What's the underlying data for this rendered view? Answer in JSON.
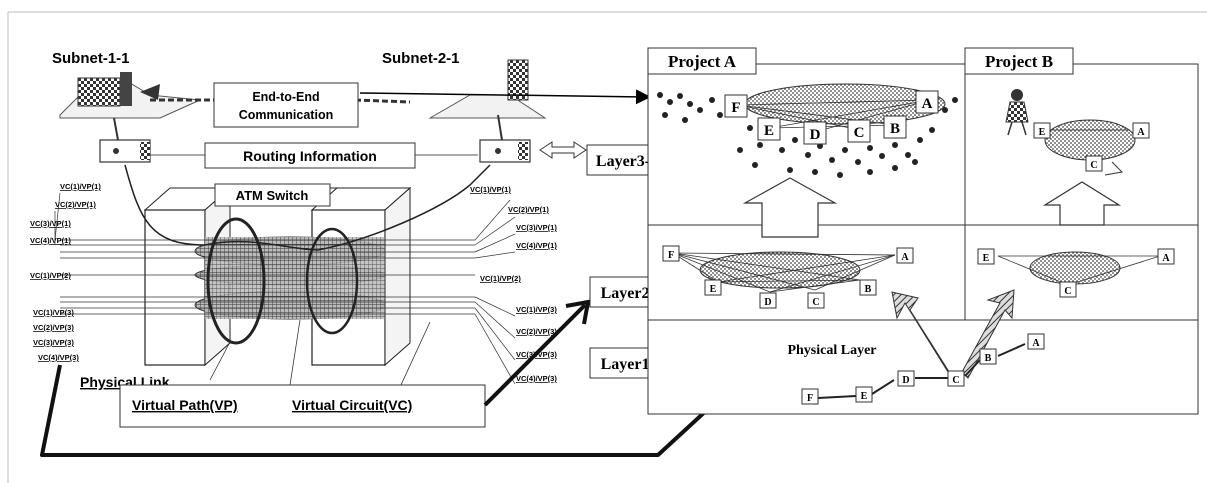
{
  "subnets": {
    "left": "Subnet-1-1",
    "right": "Subnet-2-1"
  },
  "communication": {
    "line1": "End-to-End",
    "line2": "Communication"
  },
  "routing": "Routing Information",
  "atm_switch": "ATM Switch",
  "vc_labels_left": [
    "VC(1)/VP(1)",
    "VC(2)/VP(1)",
    "VC(3)/VP(1)",
    "VC(4)/VP(1)",
    "VC(1)/VP(2)",
    "VC(1)/VP(3)",
    "VC(2)/VP(3)",
    "VC(3)/VP(3)",
    "VC(4)/VP(3)"
  ],
  "vc_labels_right": [
    "VC(1)/VP(1)",
    "VC(2)/VP(1)",
    "VC(3)/VP(1)",
    "VC(4)/VP(1)",
    "VC(1)/VP(2)",
    "VC(1)/VP(3)",
    "VC(2)/VP(3)",
    "VC(3)/VP(3)",
    "VC(4)/VP(3)"
  ],
  "physical_link": "Physical Link",
  "virtual_path": "Virtual Path(VP)",
  "virtual_circuit": "Virtual Circuit(VC)",
  "layers": {
    "layer3": "Layer3-",
    "layer2": "Layer2",
    "layer1": "Layer1"
  },
  "projects": {
    "a": "Project A",
    "b": "Project B"
  },
  "physical_layer_title": "Physical Layer",
  "nodes": {
    "a": "A",
    "b": "B",
    "c": "C",
    "d": "D",
    "e": "E",
    "f": "F"
  }
}
